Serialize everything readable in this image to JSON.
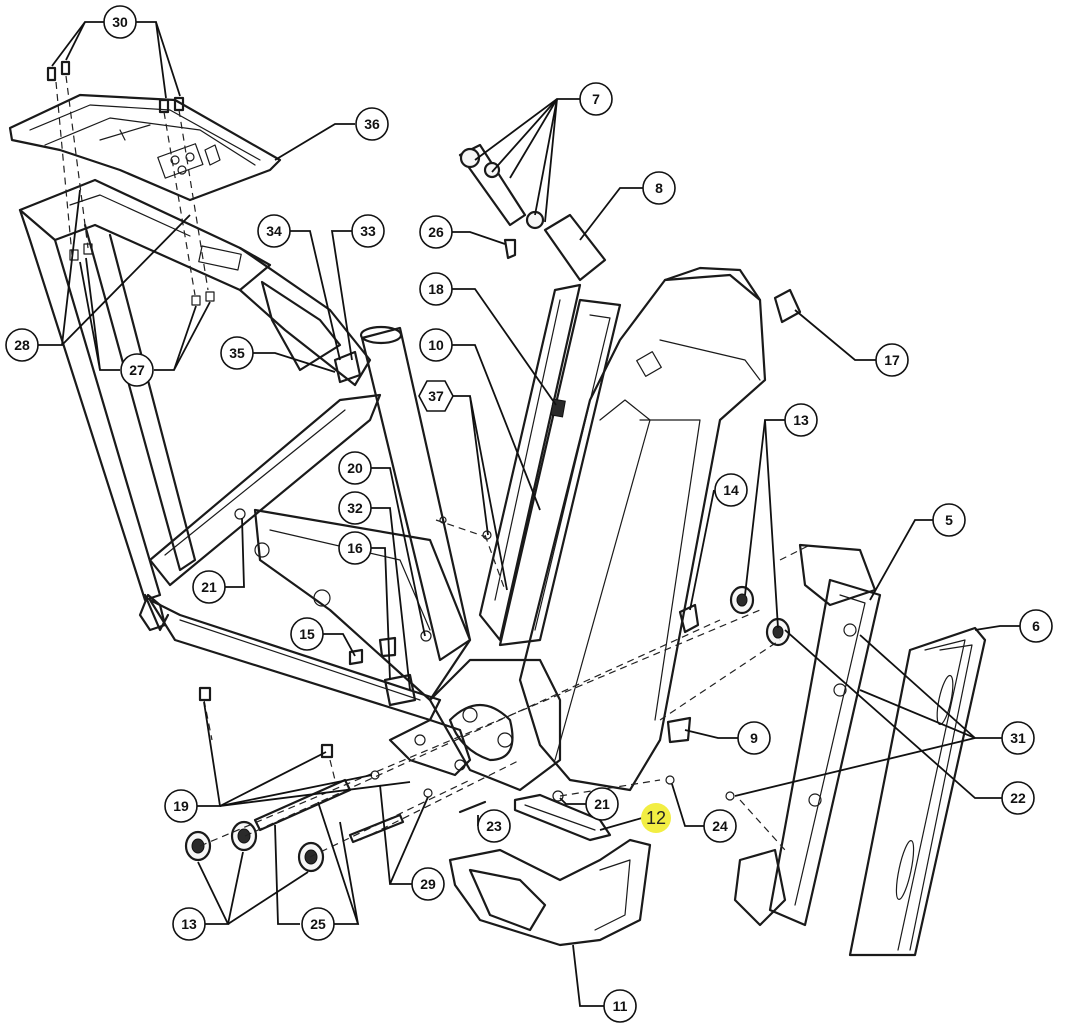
{
  "callouts": [
    {
      "id": "c30",
      "label": "30",
      "shape": "circle"
    },
    {
      "id": "c36",
      "label": "36",
      "shape": "circle"
    },
    {
      "id": "c28",
      "label": "28",
      "shape": "circle"
    },
    {
      "id": "c27",
      "label": "27",
      "shape": "circle"
    },
    {
      "id": "c34",
      "label": "34",
      "shape": "circle"
    },
    {
      "id": "c33",
      "label": "33",
      "shape": "circle"
    },
    {
      "id": "c35",
      "label": "35",
      "shape": "circle"
    },
    {
      "id": "c7",
      "label": "7",
      "shape": "circle"
    },
    {
      "id": "c8",
      "label": "8",
      "shape": "circle"
    },
    {
      "id": "c26",
      "label": "26",
      "shape": "circle"
    },
    {
      "id": "c18",
      "label": "18",
      "shape": "circle"
    },
    {
      "id": "c10",
      "label": "10",
      "shape": "circle"
    },
    {
      "id": "c37",
      "label": "37",
      "shape": "hex"
    },
    {
      "id": "c17",
      "label": "17",
      "shape": "circle"
    },
    {
      "id": "c13a",
      "label": "13",
      "shape": "circle"
    },
    {
      "id": "c14",
      "label": "14",
      "shape": "circle"
    },
    {
      "id": "c5",
      "label": "5",
      "shape": "circle"
    },
    {
      "id": "c6",
      "label": "6",
      "shape": "circle"
    },
    {
      "id": "c20",
      "label": "20",
      "shape": "circle"
    },
    {
      "id": "c32",
      "label": "32",
      "shape": "circle"
    },
    {
      "id": "c16",
      "label": "16",
      "shape": "circle"
    },
    {
      "id": "c15",
      "label": "15",
      "shape": "circle"
    },
    {
      "id": "c21a",
      "label": "21",
      "shape": "circle"
    },
    {
      "id": "c9",
      "label": "9",
      "shape": "circle"
    },
    {
      "id": "c31",
      "label": "31",
      "shape": "circle"
    },
    {
      "id": "c22",
      "label": "22",
      "shape": "circle"
    },
    {
      "id": "c19",
      "label": "19",
      "shape": "circle"
    },
    {
      "id": "c21b",
      "label": "21",
      "shape": "circle"
    },
    {
      "id": "c23",
      "label": "23",
      "shape": "circle"
    },
    {
      "id": "c24",
      "label": "24",
      "shape": "circle"
    },
    {
      "id": "c29",
      "label": "29",
      "shape": "circle"
    },
    {
      "id": "c13b",
      "label": "13",
      "shape": "circle"
    },
    {
      "id": "c25",
      "label": "25",
      "shape": "circle"
    },
    {
      "id": "c11",
      "label": "11",
      "shape": "circle"
    }
  ],
  "highlight": {
    "label": "12",
    "color": "#f2ee43"
  }
}
